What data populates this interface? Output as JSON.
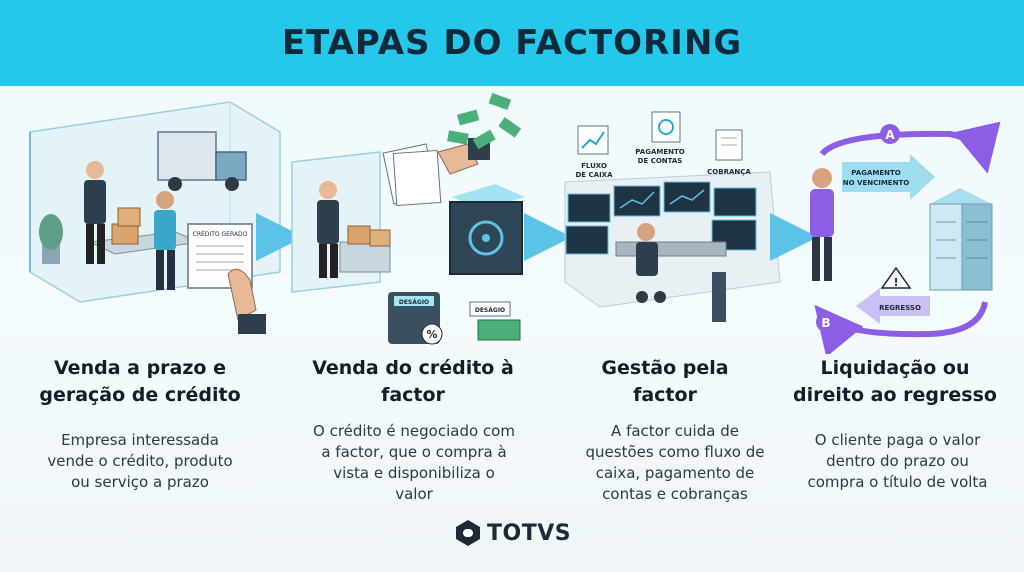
{
  "title": "ETAPAS DO FACTORING",
  "steps": [
    {
      "title_line1": "Venda a prazo e",
      "title_line2": "geração de crédito",
      "desc_line1": "Empresa interessada",
      "desc_line2": "vende o crédito, produto",
      "desc_line3": "ou serviço a prazo",
      "desc_line4": ""
    },
    {
      "title_line1": "Venda do crédito à",
      "title_line2": "factor",
      "desc_line1": "O crédito é negociado com",
      "desc_line2": "a factor, que o compra à",
      "desc_line3": "vista e disponibiliza o",
      "desc_line4": "valor"
    },
    {
      "title_line1": "Gestão pela",
      "title_line2": "factor",
      "desc_line1": "A factor cuida de",
      "desc_line2": "questões como fluxo de",
      "desc_line3": "caixa, pagamento de",
      "desc_line4": "contas e cobranças"
    },
    {
      "title_line1": "Liquidação ou",
      "title_line2": "direito ao regresso",
      "desc_line1": "O cliente paga o valor",
      "desc_line2": "dentro do prazo ou",
      "desc_line3": "compra o título de volta",
      "desc_line4": ""
    }
  ],
  "illustration_labels": {
    "credito_gerado": "CRÉDITO GERADO",
    "desagio": "DESÁGIO",
    "fluxo_caixa_1": "FLUXO",
    "fluxo_caixa_2": "DE CAIXA",
    "pagamento_contas_1": "PAGAMENTO",
    "pagamento_contas_2": "DE CONTAS",
    "cobranca": "COBRANÇA",
    "pagamento_vencimento_1": "PAGAMENTO",
    "pagamento_vencimento_2": "NO VENCIMENTO",
    "regresso": "REGRESSO",
    "option_a": "A",
    "option_b": "B",
    "percent": "%",
    "warning": "!"
  },
  "logo": {
    "text": "TOTVS"
  },
  "colors": {
    "banner": "#23c8ea",
    "title_text": "#0f2a3a",
    "arrow": "#5cc3e6",
    "purple": "#8c5ee6",
    "money": "#4caf7a"
  }
}
